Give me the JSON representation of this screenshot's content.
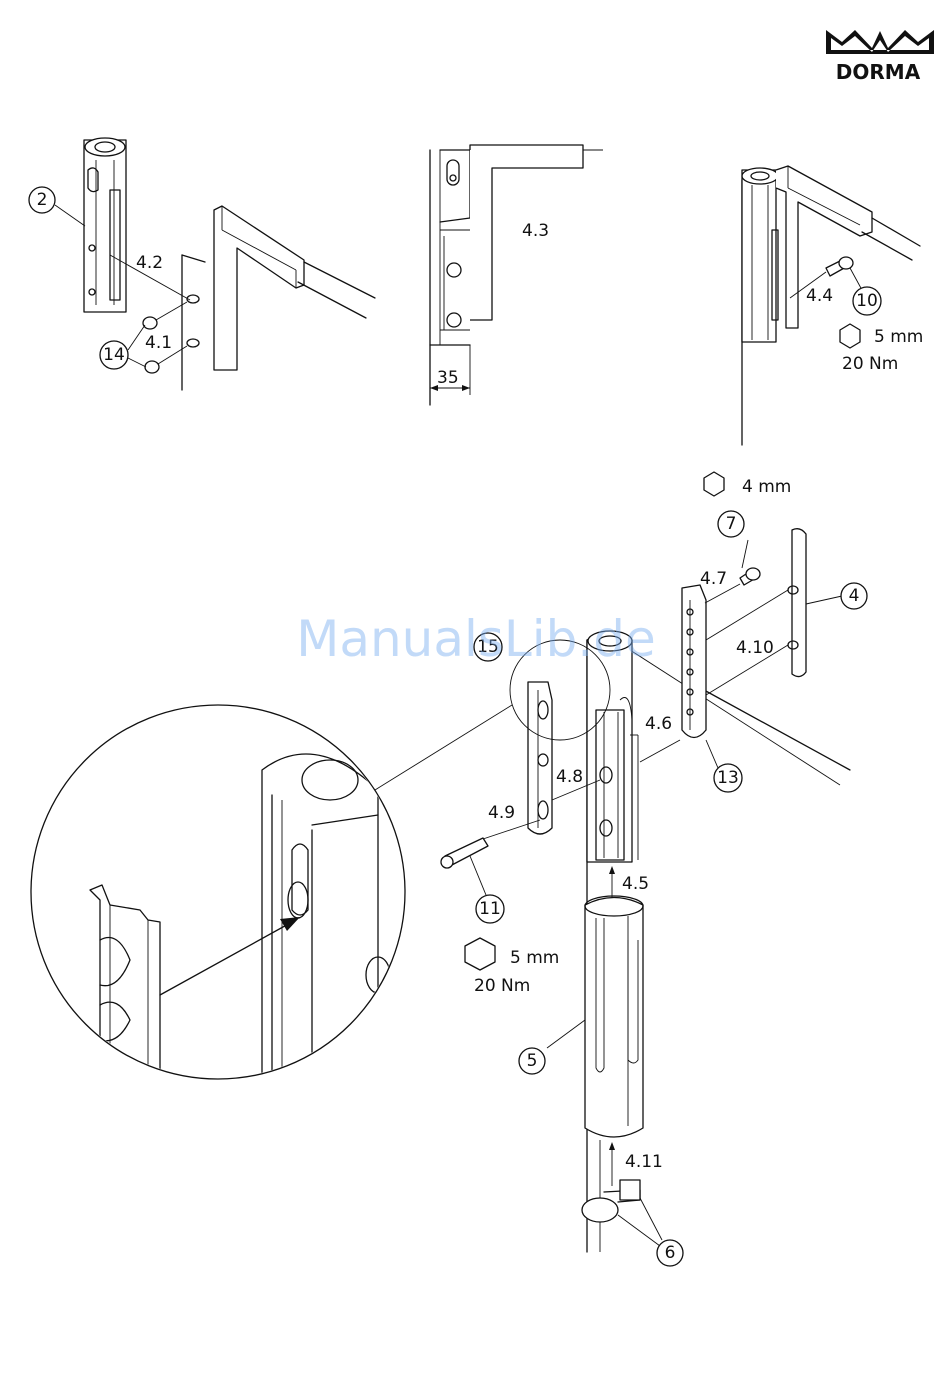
{
  "brand": {
    "logo_text": "DORMA"
  },
  "watermark": "ManualsLib.de",
  "steps": {
    "s4_1": "4.1",
    "s4_2": "4.2",
    "s4_3": "4.3",
    "s4_4": "4.4",
    "s4_5": "4.5",
    "s4_6": "4.6",
    "s4_7": "4.7",
    "s4_8": "4.8",
    "s4_9": "4.9",
    "s4_10": "4.10",
    "s4_11": "4.11"
  },
  "parts": {
    "p2": "2",
    "p4": "4",
    "p5": "5",
    "p6": "6",
    "p7": "7",
    "p10": "10",
    "p11": "11",
    "p13": "13",
    "p14": "14",
    "p15": "15"
  },
  "dimension": {
    "value": "35"
  },
  "tools": {
    "hex_5mm_a": "5 mm",
    "torque_a": "20 Nm",
    "hex_4mm": "4 mm",
    "hex_5mm_b": "5 mm",
    "torque_b": "20 Nm"
  }
}
